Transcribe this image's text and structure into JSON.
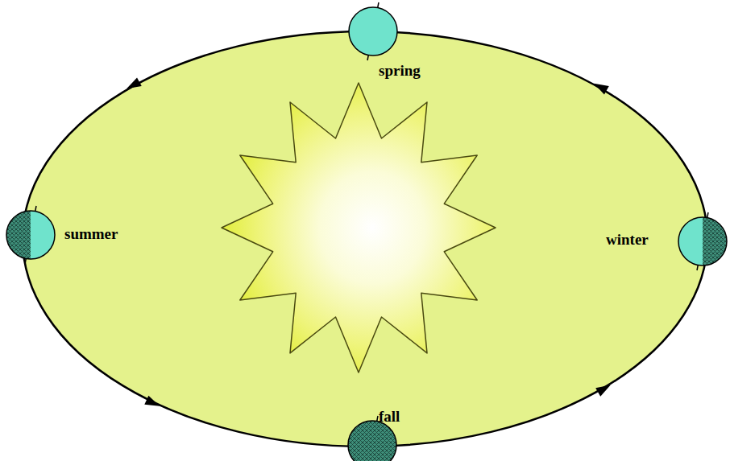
{
  "diagram": {
    "labels": [
      "spring",
      "summer",
      "winter",
      "fall"
    ]
  }
}
